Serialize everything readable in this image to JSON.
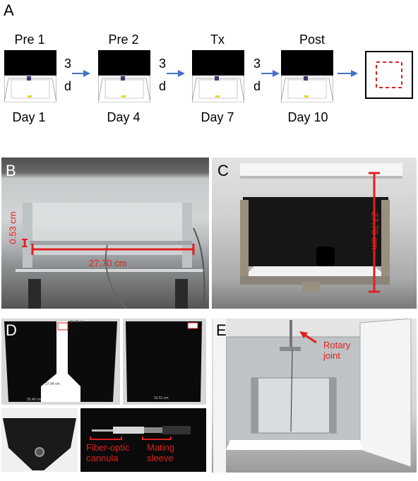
{
  "panels": {
    "A": {
      "letter": "A",
      "stages": [
        {
          "name": "Pre 1",
          "day": "Day 1"
        },
        {
          "name": "Pre 2",
          "day": "Day 4"
        },
        {
          "name": "Tx",
          "day": "Day 7"
        },
        {
          "name": "Post",
          "day": "Day 10"
        }
      ],
      "interval_top": "3",
      "interval_bottom": "d"
    },
    "B": {
      "letter": "B",
      "height_label": "0.53 cm",
      "width_label": "27.70 cm"
    },
    "C": {
      "letter": "C",
      "height_label": "27.70 cm"
    },
    "D": {
      "letter": "D",
      "fiber_label_1": "Fiber-optic",
      "fiber_label_2": "cannula",
      "sleeve_label_1": "Mating",
      "sleeve_label_2": "sleeve",
      "dim_a": "30.48 cm",
      "dim_b": "27.94 cm",
      "dim_c": "25.40 cm",
      "dim_d": "16.51 cm"
    },
    "E": {
      "letter": "E",
      "rotary_1": "Rotary",
      "rotary_2": "joint"
    }
  },
  "colors": {
    "arrow": "#4472c4",
    "annotation": "#e02020"
  }
}
